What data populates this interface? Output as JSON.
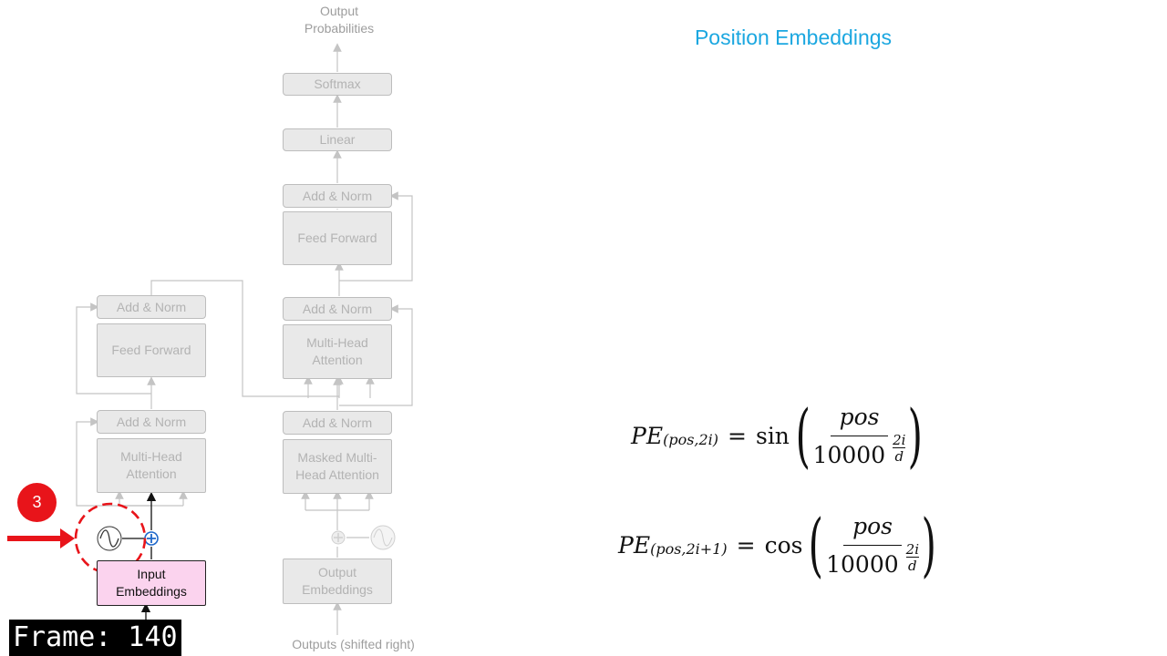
{
  "diagram": {
    "output_label": "Output\nProbabilities",
    "softmax": "Softmax",
    "linear": "Linear",
    "decoder_add_norm_top": "Add & Norm",
    "decoder_feed_forward": "Feed Forward",
    "decoder_add_norm_mid": "Add & Norm",
    "decoder_mha": "Multi-Head\nAttention",
    "decoder_add_norm_bottom": "Add & Norm",
    "decoder_masked_mha": "Masked Multi-\nHead Attention",
    "output_embeddings": "Output\nEmbeddings",
    "outputs_label": "Outputs (shifted right)",
    "encoder_add_norm_top": "Add & Norm",
    "encoder_feed_forward": "Feed Forward",
    "encoder_add_norm_bottom": "Add & Norm",
    "encoder_mha": "Multi-Head\nAttention",
    "input_embeddings": "Input\nEmbeddings",
    "step_badge": "3"
  },
  "panel": {
    "title": "Position Embeddings",
    "formula1_func": "sin",
    "formula1_sub": "(pos,2i)",
    "formula2_func": "cos",
    "formula2_sub": "(pos,2i+1)",
    "pe": "PE",
    "numerator": "pos",
    "base": "10000",
    "exp_num": "2i",
    "exp_den": "d"
  },
  "overlay": {
    "frame_text": "Frame: 140"
  },
  "colors": {
    "title": "#1ba7e0",
    "highlight_box": "#fbd3ee",
    "badge": "#e8141a",
    "arrow": "#e8141a"
  }
}
